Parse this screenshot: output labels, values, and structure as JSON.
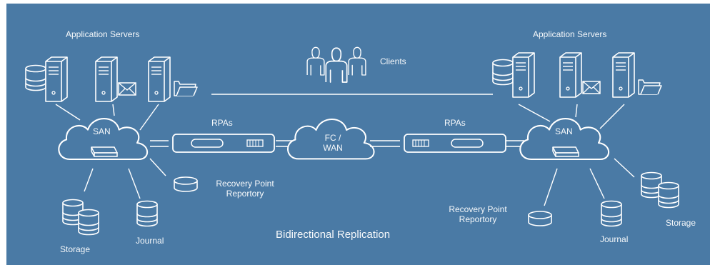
{
  "labels": {
    "app_servers_left": "Application Servers",
    "app_servers_right": "Application Servers",
    "clients": "Clients",
    "san_left": "SAN",
    "san_right": "SAN",
    "rpas_left": "RPAs",
    "rpas_right": "RPAs",
    "fc_wan_line1": "FC /",
    "fc_wan_line2": "WAN",
    "rpr_left_line1": "Recovery Point",
    "rpr_left_line2": "Reportory",
    "rpr_right_line1": "Recovery Point",
    "rpr_right_line2": "Reportory",
    "storage_left": "Storage",
    "storage_right": "Storage",
    "journal_left": "Journal",
    "journal_right": "Journal",
    "caption": "Bidirectional Replication"
  },
  "colors": {
    "background": "#4a7aa5",
    "stroke": "#ffffff"
  },
  "icons": [
    "database-server-icon",
    "mail-server-icon",
    "file-server-icon",
    "clients-group-icon",
    "cloud-icon",
    "san-switch-icon",
    "rpa-appliance-icon",
    "disk-stack-icon",
    "disk-icon"
  ]
}
